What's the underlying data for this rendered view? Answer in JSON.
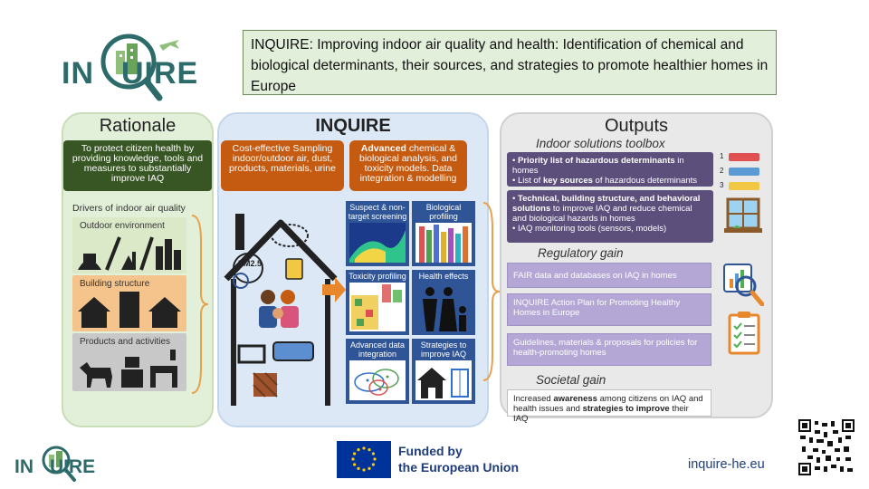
{
  "logo": {
    "prefix": "IN",
    "suffix": "UIRE"
  },
  "title": "INQUIRE: Improving indoor air quality and health: Identification of chemical and biological determinants, their sources, and strategies to promote healthier homes in Europe",
  "rationale": {
    "heading": "Rationale",
    "goal": "To protect citizen health by providing knowledge, tools and measures to substantially improve IAQ",
    "drivers_heading": "Drivers of indoor air quality",
    "drivers": [
      {
        "label": "Outdoor environment",
        "color": "#dbe9c8"
      },
      {
        "label": "Building structure",
        "color": "#f4c48c"
      },
      {
        "label": "Products and activities",
        "color": "#c8c8c8"
      }
    ]
  },
  "inquire": {
    "heading": "INQUIRE",
    "sampling": "Cost-effective Sampling indoor/outdoor air, dust, products, materials, urine",
    "analysis_bold": "Advanced",
    "analysis": " chemical & biological analysis, and toxicity models. Data integration & modelling",
    "pm_label": "PM2.5",
    "tiles": [
      {
        "label": "Suspect & non-target screening"
      },
      {
        "label": "Biological profiling"
      },
      {
        "label": "Toxicity profiling"
      },
      {
        "label": "Health effects"
      },
      {
        "label": "Advanced data integration"
      },
      {
        "label": "Strategies to improve IAQ"
      }
    ]
  },
  "outputs": {
    "heading": "Outputs",
    "toolbox_heading": "Indoor solutions toolbox",
    "toolbox_1": {
      "b1_strong": "Priority list of hazardous determinants",
      "b1_rest": " in homes",
      "b2_pre": "List of ",
      "b2_strong": "key sources",
      "b2_rest": " of hazardous determinants"
    },
    "toolbox_2": {
      "b1_strong": "Technical, building structure, and behavioral solutions",
      "b1_rest": " to improve IAQ and reduce chemical and biological hazards in homes",
      "b2": "IAQ monitoring tools (sensors, models)"
    },
    "list_numbers": [
      "1",
      "2",
      "3"
    ],
    "regulatory_heading": "Regulatory gain",
    "regulatory": [
      "FAIR data and databases on IAQ in homes",
      "INQUIRE Action Plan for Promoting Healthy Homes in Europe",
      "Guidelines, materials & proposals for policies for health-promoting homes"
    ],
    "societal_heading": "Societal gain",
    "societal": {
      "pre": "Increased ",
      "s1": "awareness",
      "mid": " among citizens on IAQ and health issues and ",
      "s2": "strategies to improve",
      "post": " their IAQ"
    }
  },
  "footer": {
    "funded_line1": "Funded by",
    "funded_line2": "the European Union",
    "website": "inquire-he.eu"
  },
  "colors": {
    "teal": "#2d6b6b",
    "dark_green": "#375623",
    "orange": "#c55a11",
    "blue_tile": "#2f5597",
    "purple_dark": "#5c4f7b",
    "purple_light": "#b4a7d6"
  }
}
